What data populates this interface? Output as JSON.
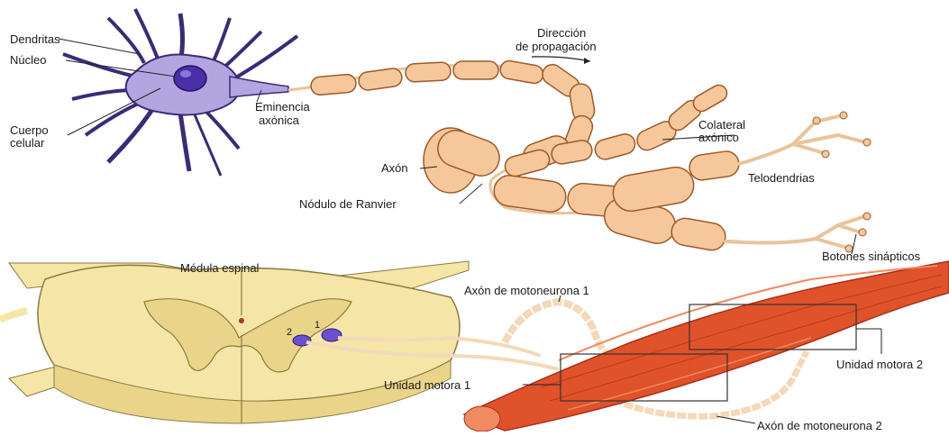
{
  "labels": {
    "dendritas": "Dendritas",
    "nucleo": "Núcleo",
    "cuerpo_1": "Cuerpo",
    "cuerpo_2": "celular",
    "eminencia_1": "Eminencia",
    "eminencia_2": "axónica",
    "direccion_1": "Dirección",
    "direccion_2": "de propagación",
    "colateral_1": "Colateral",
    "colateral_2": "axónico",
    "axon": "Axón",
    "telodendrias": "Telodendrias",
    "nodulo": "Nódulo de Ranvier",
    "botones": "Botones sinápticos",
    "medula": "Médula espinal",
    "axon_moto_1": "Axón de motoneurona 1",
    "unidad_1": "Unidad motora 1",
    "unidad_2": "Unidad motora 2",
    "axon_moto_2": "Axón de motoneurona 2",
    "num_1": "1",
    "num_2": "2"
  },
  "colors": {
    "neuron_body": "#b3a6e0",
    "neuron_outline": "#3b2a78",
    "nucleus": "#4b2fa8",
    "myelin": "#f6c79a",
    "myelin_outline": "#9c5a2a",
    "axon_thread": "#f4d9b8",
    "cord_white": "#f5e6a8",
    "cord_gray": "#e9d48a",
    "muscle": "#e0522a",
    "muscle_dark": "#a8301a"
  }
}
